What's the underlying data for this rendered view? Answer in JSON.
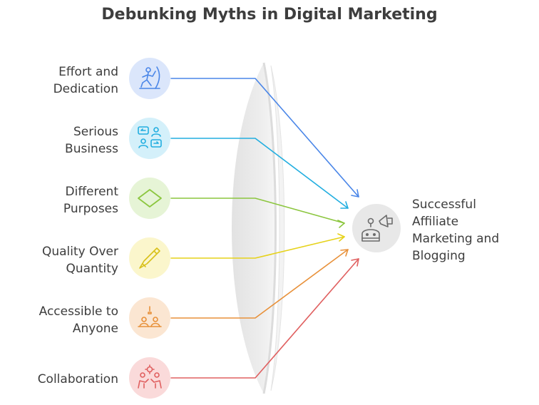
{
  "title": "Debunking Myths in Digital Marketing",
  "myths": [
    {
      "label": [
        "Effort and",
        "Dedication"
      ],
      "icon": "climber-icon",
      "color": "#4a86e8",
      "bg": "#dbe6fb"
    },
    {
      "label": [
        "Serious",
        "Business"
      ],
      "icon": "conversation-icon",
      "color": "#22aee0",
      "bg": "#d4f0fa"
    },
    {
      "label": [
        "Different",
        "Purposes"
      ],
      "icon": "diamond-icon",
      "color": "#8cc63f",
      "bg": "#e6f4d6"
    },
    {
      "label": [
        "Quality Over",
        "Quantity"
      ],
      "icon": "pen-icon",
      "color": "#e6d21a",
      "bg": "#fbf6cc"
    },
    {
      "label": [
        "Accessible to",
        "Anyone"
      ],
      "icon": "people-desk-icon",
      "color": "#e8913a",
      "bg": "#fbe6d2"
    },
    {
      "label": [
        "Collaboration"
      ],
      "icon": "team-gear-icon",
      "color": "#e06060",
      "bg": "#fadada"
    }
  ],
  "result": {
    "label": [
      "Successful",
      "Affiliate",
      "Marketing and",
      "Blogging"
    ],
    "icon": "robot-megaphone-icon",
    "color": "#6b6b6b",
    "bg": "#e8e8e8"
  }
}
